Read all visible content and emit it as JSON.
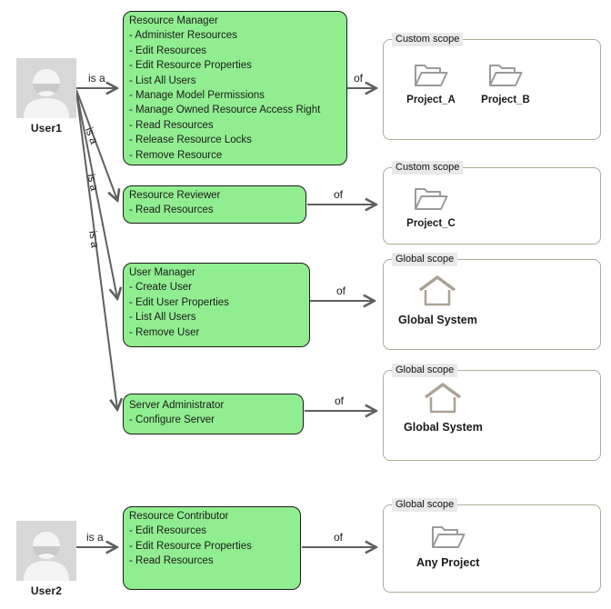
{
  "diagram": {
    "users": [
      {
        "name": "User1"
      },
      {
        "name": "User2"
      }
    ],
    "roles": [
      {
        "title": "Resource Manager",
        "permissions": [
          "- Administer Resources",
          "- Edit Resources",
          "- Edit Resource Properties",
          "- List All Users",
          "- Manage Model Permissions",
          "- Manage Owned Resource Access Right",
          "- Read Resources",
          "- Release Resource Locks",
          "- Remove Resource"
        ]
      },
      {
        "title": "Resource Reviewer",
        "permissions": [
          "- Read Resources"
        ]
      },
      {
        "title": "User Manager",
        "permissions": [
          "- Create User",
          "- Edit User Properties",
          "- List All Users",
          "- Remove User"
        ]
      },
      {
        "title": "Server Administrator",
        "permissions": [
          "- Configure Server"
        ]
      },
      {
        "title": "Resource Contributor",
        "permissions": [
          "- Edit Resources",
          "- Edit Resource Properties",
          "- Read Resources"
        ]
      }
    ],
    "scopes": [
      {
        "title": "Custom scope",
        "items": [
          {
            "icon": "folder",
            "label": "Project_A"
          },
          {
            "icon": "folder",
            "label": "Project_B"
          }
        ]
      },
      {
        "title": "Custom scope",
        "items": [
          {
            "icon": "folder",
            "label": "Project_C"
          }
        ]
      },
      {
        "title": "Global scope",
        "items": [
          {
            "icon": "home",
            "label": "Global System"
          }
        ]
      },
      {
        "title": "Global scope",
        "items": [
          {
            "icon": "home",
            "label": "Global System"
          }
        ]
      },
      {
        "title": "Global scope",
        "items": [
          {
            "icon": "folder",
            "label": "Any Project"
          }
        ]
      }
    ],
    "edge_labels": {
      "is_a": "is a",
      "of": "of"
    },
    "colors": {
      "role_fill": "#90ee90",
      "role_border": "#1a1a1a",
      "arrow": "#5f5f5f",
      "scope_border": "#b3aa99",
      "legend_bg": "#e9e9e9"
    }
  }
}
